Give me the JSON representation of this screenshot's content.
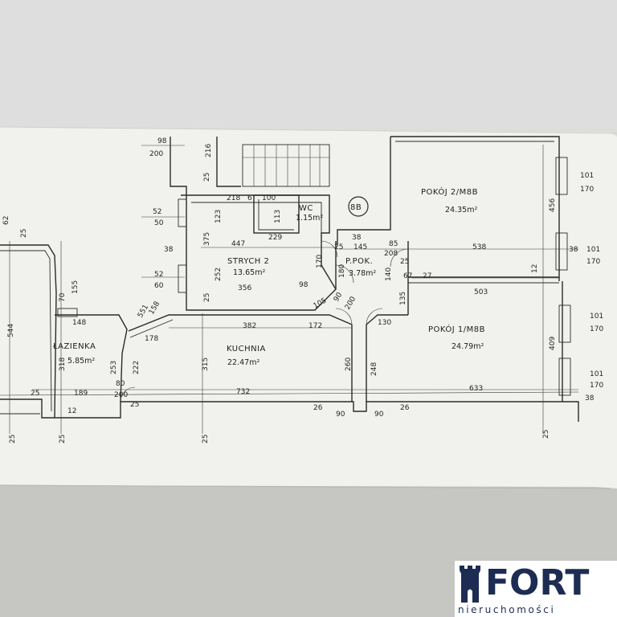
{
  "rooms": {
    "pokoj2": {
      "name": "POKÓJ 2/M8B",
      "area": "24.35m²"
    },
    "pokoj1": {
      "name": "POKÓJ 1/M8B",
      "area": "24.79m²"
    },
    "strych2": {
      "name": "STRYCH 2",
      "area": "13.65m²"
    },
    "kuchnia": {
      "name": "KUCHNIA",
      "area": "22.47m²"
    },
    "lazienka": {
      "name": "ŁAZIENKA",
      "area": "5.85m²"
    },
    "ppok": {
      "name": "P.POK.",
      "area": "3.78m²"
    },
    "wc": {
      "name": "WC",
      "area": "1.15m²"
    }
  },
  "unit_tag": "8B",
  "dimensions": {
    "d98": "98",
    "d200": "200",
    "d216": "216",
    "d218": "218",
    "d6": "6",
    "d100": "100",
    "d52a": "52",
    "d50": "50",
    "d38": "38",
    "d52b": "52",
    "d60": "60",
    "d123": "123",
    "d375": "375",
    "d252": "252",
    "d447": "447",
    "d229": "229",
    "d356": "356",
    "d98b": "98",
    "d170": "170",
    "d113": "113",
    "d25a": "25",
    "d145": "145",
    "d85": "85",
    "d208": "208",
    "d180": "180",
    "d140": "140",
    "d67": "67",
    "d27": "27",
    "d538": "538",
    "d503": "503",
    "d456": "456",
    "d409": "409",
    "d12": "12",
    "w101a": "101",
    "w170a": "170",
    "w101b": "101",
    "w170b": "170",
    "w101c": "101",
    "w170c": "170",
    "w101d": "101",
    "w170d": "170",
    "d38b": "38",
    "d38c": "38",
    "d62": "62",
    "d544": "544",
    "d70": "70",
    "d155": "155",
    "d148": "148",
    "d318": "318",
    "d253": "253",
    "d222": "222",
    "d551": "551",
    "d158": "158",
    "d178": "178",
    "d382": "382",
    "d172": "172",
    "d130": "130",
    "d105": "105",
    "d90a": "90",
    "d200b": "200",
    "d135": "135",
    "d315": "315",
    "d260": "260",
    "d248": "248",
    "d732": "732",
    "d633": "633",
    "d189": "189",
    "d80": "80",
    "d200c": "200",
    "d25b": "25",
    "d25c": "25",
    "d12b": "12",
    "d26a": "26",
    "d90b": "90",
    "d90c": "90",
    "d26b": "26",
    "d25d": "25",
    "d25e": "25",
    "d25f": "25",
    "d25g": "25",
    "d25h": "25",
    "d25i": "25",
    "d25j": "25",
    "d25k": "25",
    "d38d": "38"
  },
  "logo": {
    "word": "FORT",
    "sub": "nieruchomości"
  },
  "colors": {
    "paper": "#f1f1ee",
    "ink": "#262626",
    "brand": "#1d2c52"
  }
}
